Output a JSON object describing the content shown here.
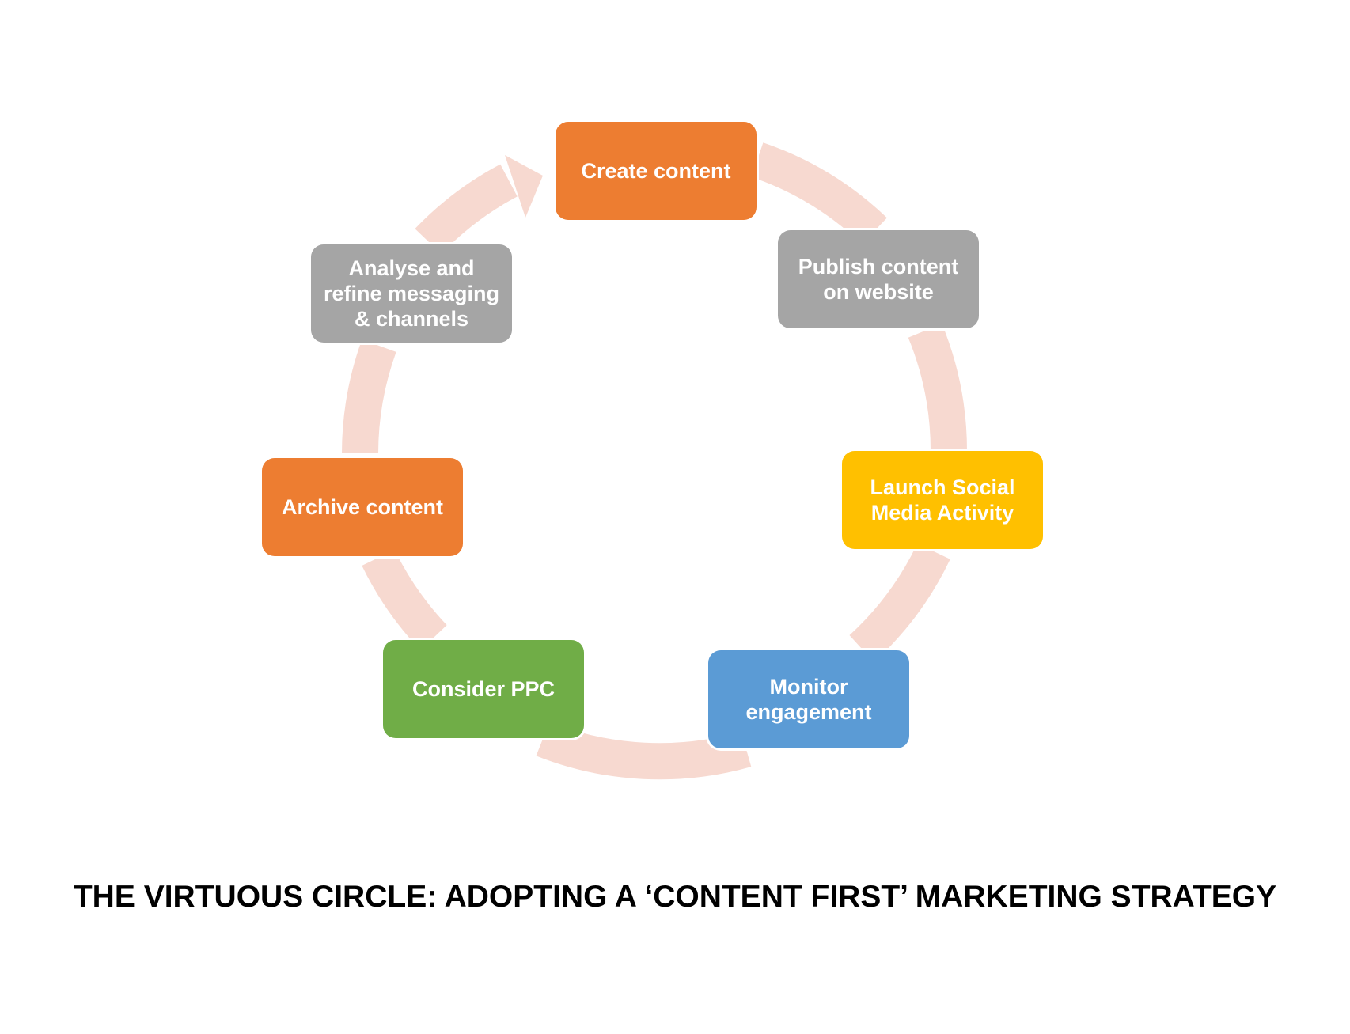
{
  "diagram": {
    "steps": [
      {
        "label": "Create content",
        "color": "#ed7d31"
      },
      {
        "label": "Publish content on website",
        "color": "#a5a5a5"
      },
      {
        "label": "Launch Social Media Activity",
        "color": "#ffc000"
      },
      {
        "label": "Monitor engagement",
        "color": "#5b9bd5"
      },
      {
        "label": "Consider PPC",
        "color": "#70ad47"
      },
      {
        "label": "Archive content",
        "color": "#ed7d31"
      },
      {
        "label": "Analyse and refine messaging & channels",
        "color": "#a5a5a5"
      }
    ],
    "ring_color": "#f7d9d0"
  },
  "title": "THE VIRTUOUS CIRCLE: ADOPTING A ‘CONTENT FIRST’ MARKETING STRATEGY"
}
